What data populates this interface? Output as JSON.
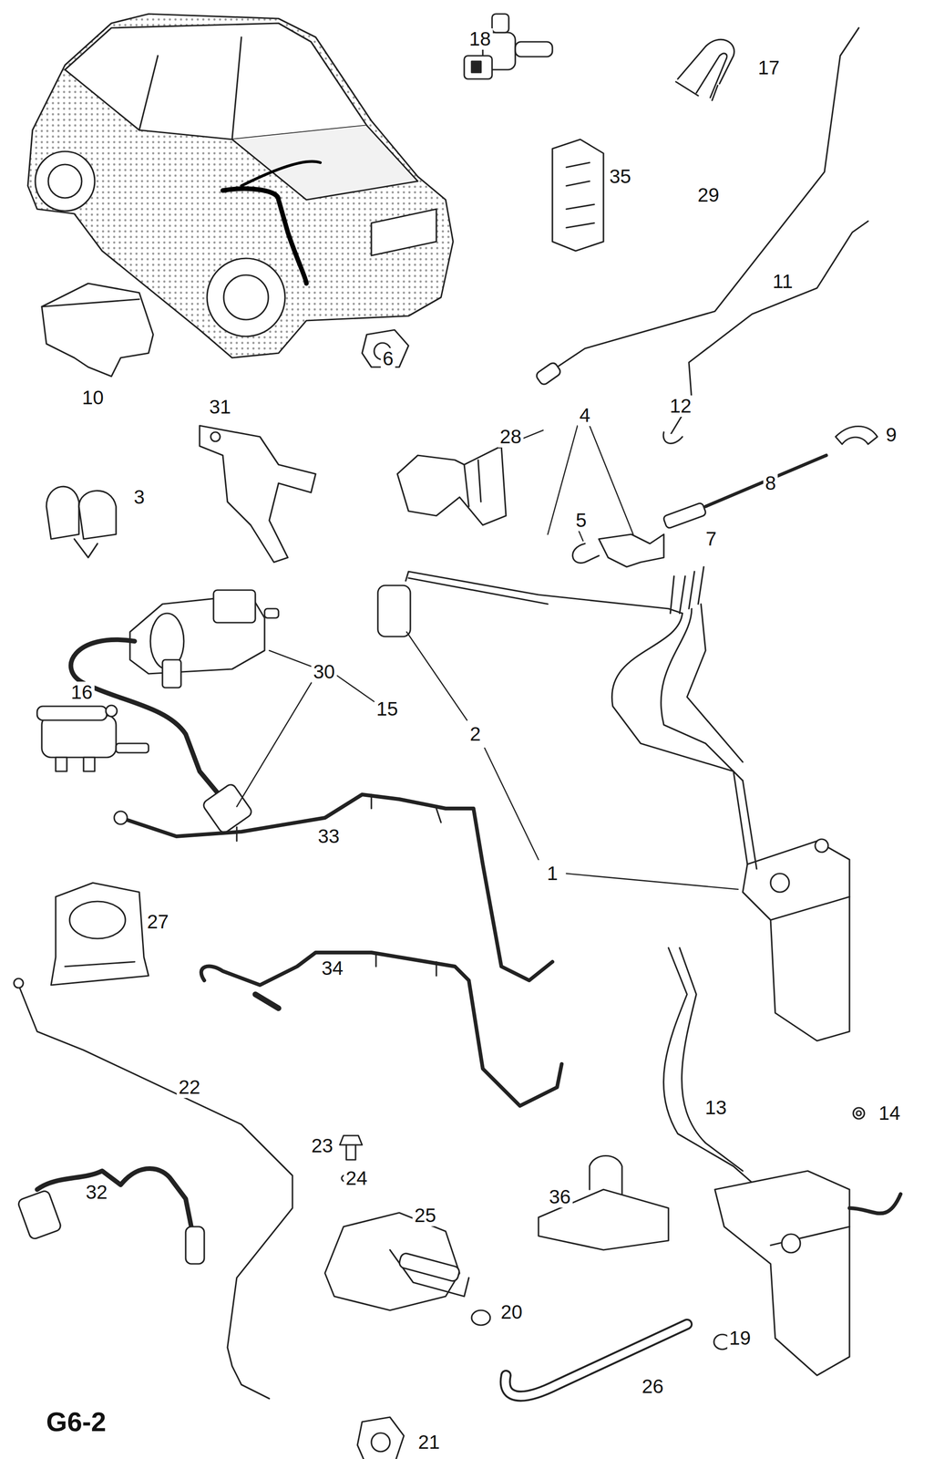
{
  "diagram": {
    "labels": [
      "18",
      "17",
      "35",
      "29",
      "11",
      "10",
      "12",
      "6",
      "4",
      "31",
      "28",
      "9",
      "3",
      "8",
      "5",
      "7",
      "30",
      "15",
      "16",
      "2",
      "1",
      "33",
      "27",
      "34",
      "22",
      "13",
      "14",
      "23",
      "24",
      "25",
      "32",
      "36",
      "20",
      "19",
      "26",
      "21",
      "G6-2"
    ]
  }
}
